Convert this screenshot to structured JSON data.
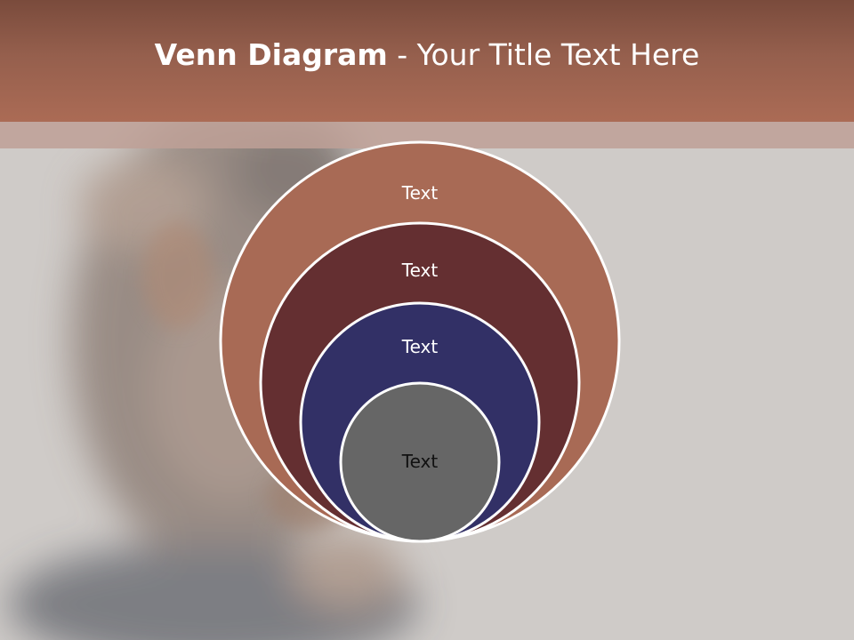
{
  "title": {
    "bold": "Venn Diagram",
    "rest": " - Your Title Text Here"
  },
  "venn": {
    "circles": [
      {
        "label": "Text",
        "fill": "#a86a55",
        "text_color": "#ffffff"
      },
      {
        "label": "Text",
        "fill": "#642f31",
        "text_color": "#ffffff"
      },
      {
        "label": "Text",
        "fill": "#323066",
        "text_color": "#ffffff"
      },
      {
        "label": "Text",
        "fill": "#666666",
        "text_color": "#111111"
      }
    ]
  },
  "colors": {
    "title_bar": "#955f4d",
    "background": "#cfcbc8",
    "circle_stroke": "#ffffff"
  }
}
